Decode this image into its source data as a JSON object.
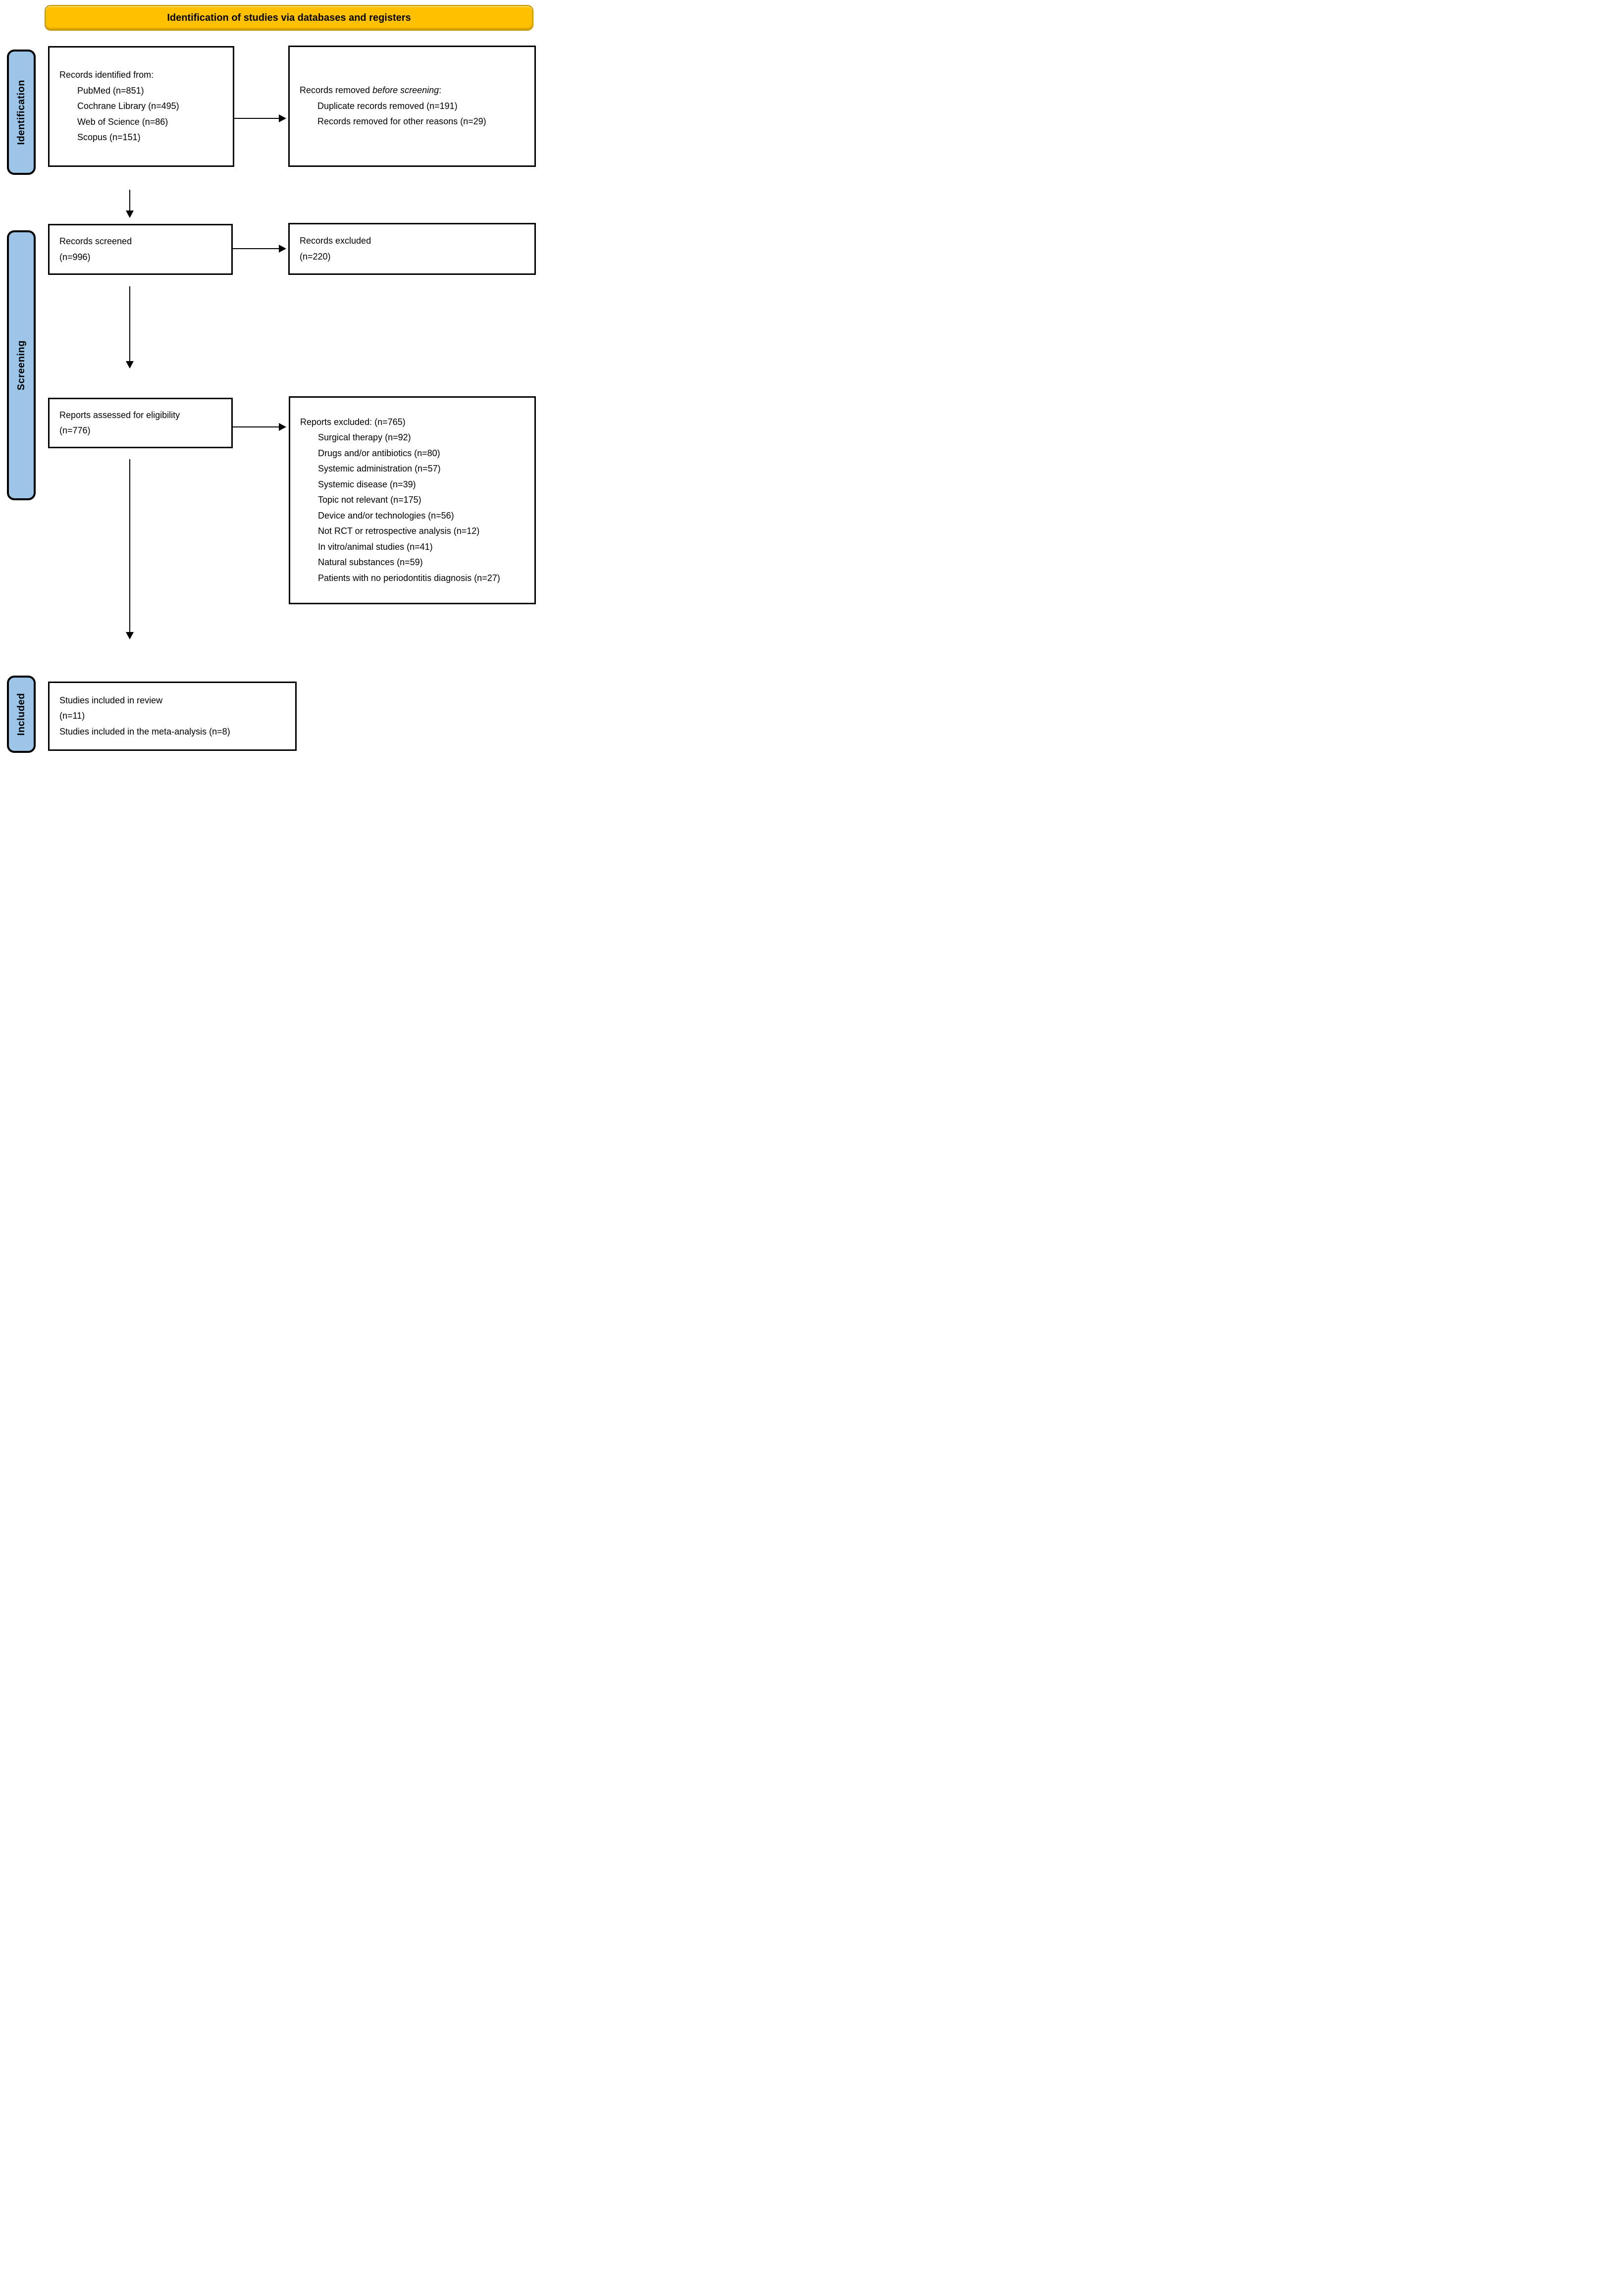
{
  "banner": {
    "title": "Identification of studies via databases and registers"
  },
  "stages": {
    "identification": "Identification",
    "screening": "Screening",
    "included": "Included"
  },
  "boxes": {
    "records_identified": {
      "intro": "Records identified from:",
      "items": [
        "PubMed (n=851)",
        "Cochrane Library (n=495)",
        "Web of Science (n=86)",
        "Scopus (n=151)"
      ]
    },
    "records_removed": {
      "intro_prefix": "Records removed ",
      "intro_italic": "before screening",
      "intro_suffix": ":",
      "items": [
        "Duplicate records removed (n=191)",
        "Records removed for other reasons (n=29)"
      ]
    },
    "records_screened": {
      "lines": [
        "Records screened",
        "(n=996)"
      ]
    },
    "records_excluded": {
      "lines": [
        "Records excluded",
        "(n=220)"
      ]
    },
    "reports_assessed": {
      "lines": [
        "Reports assessed for eligibility",
        "(n=776)"
      ]
    },
    "reports_excluded": {
      "intro": "Reports excluded: (n=765)",
      "items": [
        "Surgical therapy (n=92)",
        "Drugs and/or antibiotics (n=80)",
        "Systemic administration (n=57)",
        "Systemic disease (n=39)",
        "Topic not relevant (n=175)",
        "Device and/or technologies (n=56)",
        "Not RCT or retrospective analysis (n=12)",
        "In vitro/animal studies (n=41)",
        "Natural substances (n=59)",
        "Patients with no periodontitis diagnosis (n=27)"
      ]
    },
    "studies_included": {
      "lines": [
        "Studies included in review",
        "(n=11)",
        "Studies included in the meta-analysis (n=8)"
      ]
    }
  },
  "colors": {
    "banner_fill": "#FFC000",
    "banner_border": "#C49500",
    "stage_fill": "#9CC5E8",
    "stage_border": "#000000",
    "line_color": "#000000"
  }
}
